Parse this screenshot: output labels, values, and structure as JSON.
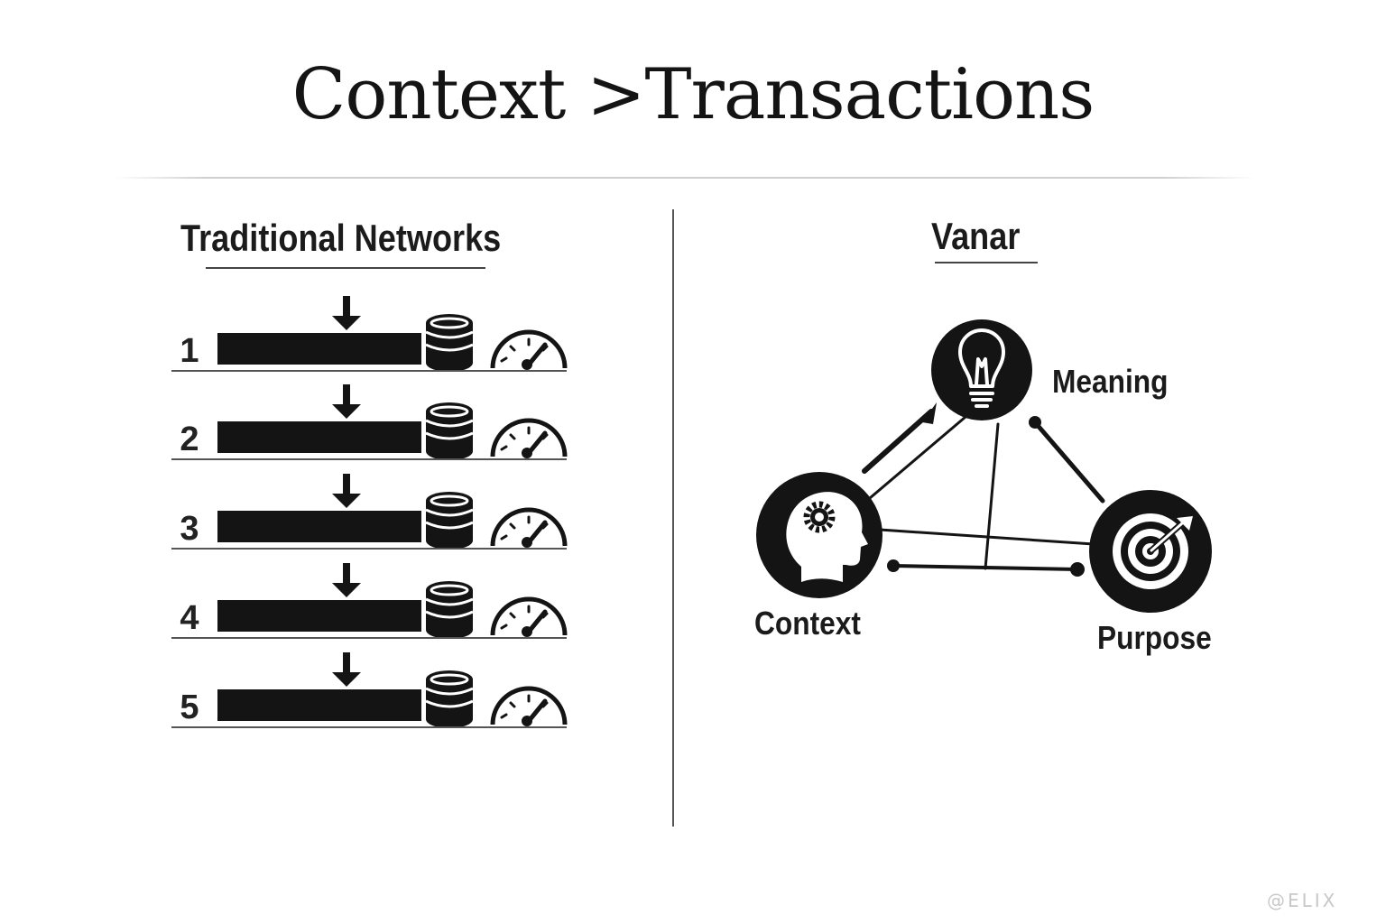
{
  "title": "Context >Transactions",
  "left_panel": {
    "heading": "Traditional Networks",
    "rows": [
      "1",
      "2",
      "3",
      "4",
      "5"
    ]
  },
  "right_panel": {
    "heading": "Vanar",
    "nodes": {
      "meaning": {
        "label": "Meaning",
        "icon": "lightbulb-icon"
      },
      "context": {
        "label": "Context",
        "icon": "head-gear-icon"
      },
      "purpose": {
        "label": "Purpose",
        "icon": "target-icon"
      }
    }
  },
  "watermark": "@ELIX",
  "colors": {
    "ink": "#141414",
    "background": "#ffffff"
  }
}
